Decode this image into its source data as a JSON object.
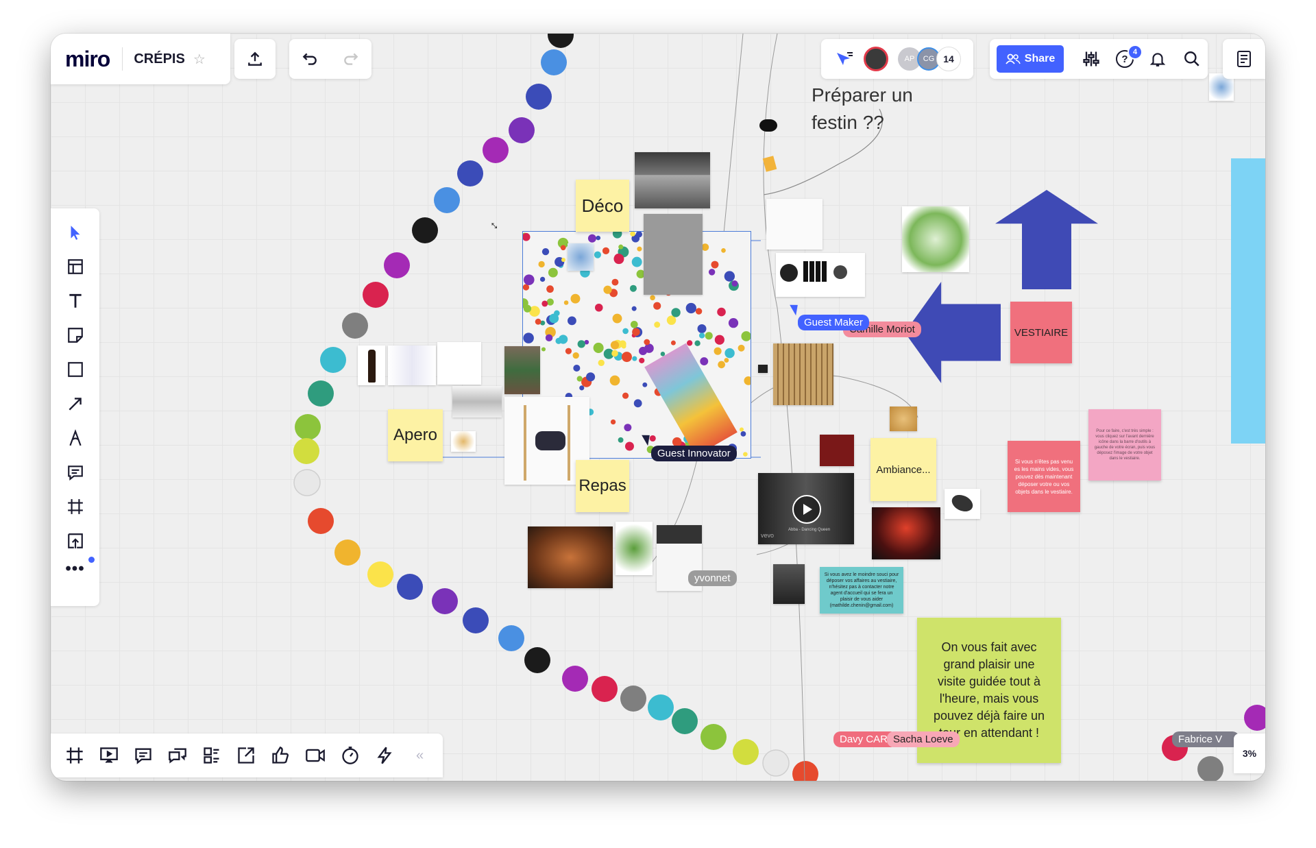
{
  "app": {
    "logo": "miro",
    "board_title": "CRÉPIS"
  },
  "header": {
    "collaborator_count": "14",
    "avatar_initials": [
      "AP",
      "CG"
    ],
    "share_label": "Share",
    "notification_badge": "4"
  },
  "board": {
    "heading": "Préparer un festin ??",
    "stickies": {
      "deco": "Déco",
      "apero": "Apero",
      "repas": "Repas",
      "ambiance": "Ambiance...",
      "vestiaire": "VESTIAIRE",
      "pink_note": "Si vous n'êtes pas venu es les mains vides, vous pouvez dès maintenant déposer votre ou vos objets dans le vestiaire.",
      "pink_note_right": "Pour ce faire, c'est très simple : vous cliquez sur l'avant dernière icône dans la barre d'outils à gauche de votre écran, puis vous déposez l'image de votre objet dans le vestiaire.",
      "teal_note": "Si vous avez le moindre souci pour déposer vos affaires au vestiaire, n'hésitez pas à contacter notre agent d'accueil qui se fera un plaisir de vous aider (mathilde.chenin@gmail.com)",
      "green_note": "On vous fait avec grand plaisir une visite guidée tout à l'heure, mais vous pouvez déjà faire un tour en attendant !"
    },
    "cursors": [
      "Guest Maker",
      "Camille Moriot",
      "Guest Innovator",
      "yvonnet",
      "Davy CAR",
      "Sacha Loeve",
      "Fabrice V"
    ],
    "video_caption": "Abba - Dancing Queen",
    "video_brand": "vevo"
  },
  "footer": {
    "zoom": "3%"
  },
  "colors": {
    "share_button": "#4262ff",
    "dot_colors": [
      "#1b1b1b",
      "#4a90e2",
      "#3b4cb8",
      "#7a32b8",
      "#a42ab5",
      "#d9234f",
      "#7f7f7f",
      "#3cbcd0",
      "#2f9c7e",
      "#8cc43c",
      "#d2dd3e",
      "#e8e8e8",
      "#e64a2e",
      "#f0b42e",
      "#fbe34a"
    ]
  }
}
